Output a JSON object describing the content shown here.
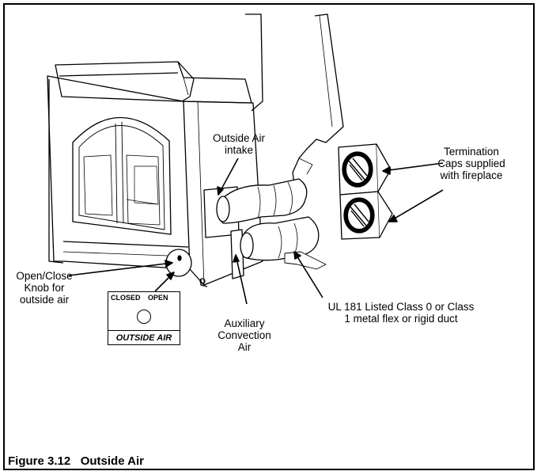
{
  "labels": {
    "outside_air_intake": [
      "Outside Air",
      "intake"
    ],
    "termination_caps": [
      "Termination",
      "Caps supplied",
      "with fireplace"
    ],
    "open_close_knob": [
      "Open/Close",
      "Knob for",
      "outside air"
    ],
    "auxiliary_air": [
      "Auxiliary",
      "Convection",
      "Air"
    ],
    "duct_spec": [
      "UL 181 Listed Class 0 or Class",
      "1 metal flex or rigid duct"
    ]
  },
  "panel": {
    "closed_label": "CLOSED",
    "open_label": "OPEN",
    "title": "OUTSIDE AIR"
  },
  "caption": "Figure 3.12   Outside Air"
}
